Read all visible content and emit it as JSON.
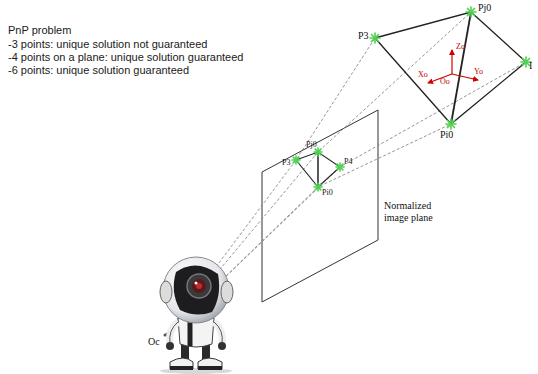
{
  "diagram": {
    "labels": [
      "PnP problem",
      "-3 points: unique solution not guaranteed",
      "-4 points on a plane:  unique solution guaranteed",
      "-6 points: unique solution guaranteed",
      "P3",
      "Pj0",
      "I",
      "Pi0",
      "Zo",
      "Xo",
      "Oo",
      "Yo",
      "P3",
      "Pj0",
      "P4",
      "Pi0",
      "Oc",
      "Normalized image plane"
    ]
  }
}
